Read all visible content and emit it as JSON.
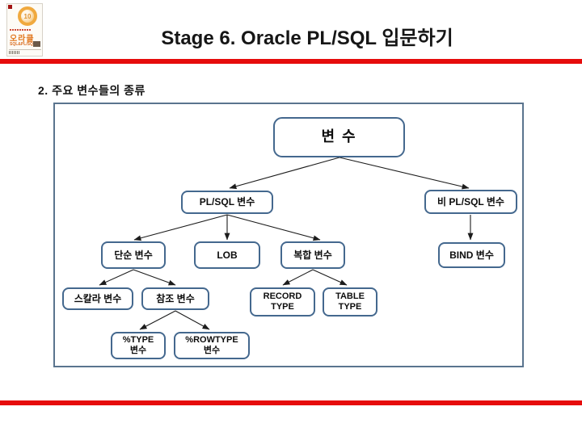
{
  "header": {
    "title": "Stage 6. Oracle PL/SQL 입문하기"
  },
  "logo": {
    "book_title": "오라클",
    "book_subtitle": "SQL&PL/SQL",
    "badge": "10"
  },
  "section": {
    "title": "2. 주요 변수들의 종류"
  },
  "theme": {
    "accent_red": "#e60c0c",
    "node_border": "#44688e",
    "frame_border": "#5a748e",
    "title_color": "#161616"
  },
  "diagram": {
    "nodes": {
      "variable": {
        "label": "변 수"
      },
      "plsql": {
        "label": "PL/SQL 변수"
      },
      "non_plsql": {
        "label": "비 PL/SQL 변수"
      },
      "simple": {
        "label": "단순 변수"
      },
      "lob": {
        "label": "LOB"
      },
      "composite": {
        "label": "복합 변수"
      },
      "bind": {
        "label": "BIND 변수"
      },
      "scalar": {
        "label": "스칼라 변수"
      },
      "reference": {
        "label": "참조 변수"
      },
      "record_type": {
        "label": "RECORD\nTYPE"
      },
      "table_type": {
        "label": "TABLE\nTYPE"
      },
      "type_var": {
        "label": "%TYPE\n변수"
      },
      "rowtype_var": {
        "label": "%ROWTYPE\n변수"
      }
    },
    "edges": [
      [
        352,
        66,
        216,
        104
      ],
      [
        352,
        66,
        512,
        104
      ],
      [
        213,
        137,
        98,
        168
      ],
      [
        213,
        137,
        213,
        168
      ],
      [
        213,
        137,
        328,
        168
      ],
      [
        514,
        137,
        514,
        168
      ],
      [
        97,
        205,
        55,
        224
      ],
      [
        97,
        205,
        149,
        224
      ],
      [
        319,
        205,
        282,
        224
      ],
      [
        319,
        205,
        361,
        224
      ],
      [
        149,
        256,
        105,
        279
      ],
      [
        149,
        256,
        191,
        279
      ]
    ]
  }
}
